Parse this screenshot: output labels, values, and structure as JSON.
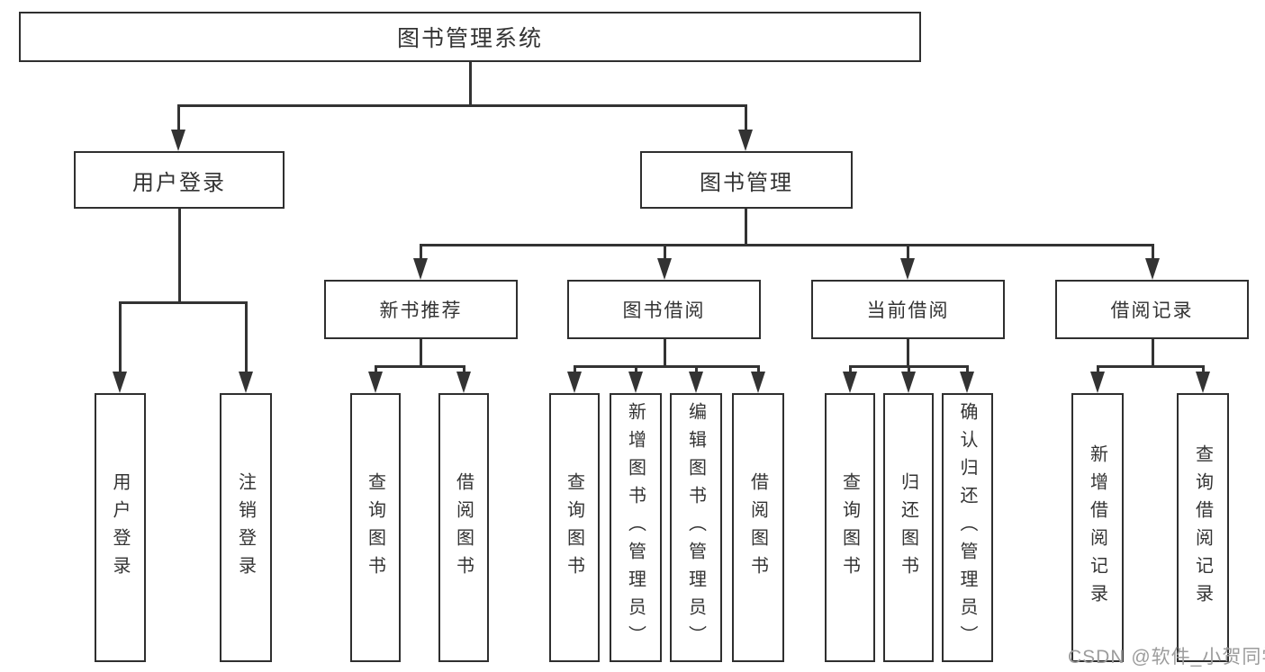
{
  "diagram_type": "hierarchy-tree",
  "tree": {
    "label": "图书管理系统",
    "branches": {
      "user_login": {
        "label": "用户登录",
        "leaves": {
          "login": {
            "label": "用户登录"
          },
          "logout": {
            "label": "注销登录"
          }
        }
      },
      "book_mgmt": {
        "label": "图书管理",
        "sections": {
          "new_books": {
            "label": "新书推荐",
            "leaves": {
              "query_books": {
                "label": "查询图书"
              },
              "borrow_books": {
                "label": "借阅图书"
              }
            }
          },
          "book_borrow": {
            "label": "图书借阅",
            "leaves": {
              "query_books": {
                "label": "查询图书"
              },
              "add_books": {
                "label": "新增图书（管理员）"
              },
              "edit_books": {
                "label": "编辑图书（管理员）"
              },
              "borrow_books": {
                "label": "借阅图书"
              }
            }
          },
          "current_borrow": {
            "label": "当前借阅",
            "leaves": {
              "query_books": {
                "label": "查询图书"
              },
              "return_books": {
                "label": "归还图书"
              },
              "confirm_return": {
                "label": "确认归还（管理员）"
              }
            }
          },
          "borrow_records": {
            "label": "借阅记录",
            "leaves": {
              "add_record": {
                "label": "新增借阅记录"
              },
              "query_record": {
                "label": "查询借阅记录"
              }
            }
          }
        }
      }
    }
  },
  "watermark": {
    "text": "CSDN @软件_小贺同学"
  },
  "colors": {
    "line": "#333333",
    "box_border": "#2f2f2f",
    "text": "#333333",
    "watermark": "#9c9c9c",
    "background": "#ffffff"
  }
}
